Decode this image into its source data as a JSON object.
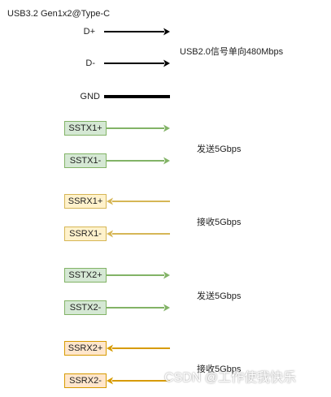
{
  "title": "USB3.2 Gen1x2@Type-C",
  "signals": [
    {
      "label": "D+",
      "direction": "out",
      "color": "#000000"
    },
    {
      "label": "D-",
      "direction": "out",
      "color": "#000000"
    },
    {
      "label": "GND",
      "direction": "none",
      "color": "#000000"
    },
    {
      "label": "SSTX1+",
      "direction": "out",
      "color": "#82b366",
      "box": "green"
    },
    {
      "label": "SSTX1-",
      "direction": "out",
      "color": "#82b366",
      "box": "green"
    },
    {
      "label": "SSRX1+",
      "direction": "in",
      "color": "#d6b656",
      "box": "yellow"
    },
    {
      "label": "SSRX1-",
      "direction": "in",
      "color": "#d6b656",
      "box": "yellow"
    },
    {
      "label": "SSTX2+",
      "direction": "out",
      "color": "#82b366",
      "box": "green"
    },
    {
      "label": "SSTX2-",
      "direction": "out",
      "color": "#82b366",
      "box": "green"
    },
    {
      "label": "SSRX2+",
      "direction": "in",
      "color": "#d79b00",
      "box": "orange"
    },
    {
      "label": "SSRX2-",
      "direction": "in",
      "color": "#d79b00",
      "box": "orange"
    }
  ],
  "notes": {
    "usb2": "USB2.0信号单向480Mbps",
    "tx1": "发送5Gbps",
    "rx1": "接收5Gbps",
    "tx2": "发送5Gbps",
    "rx2": "接收5Gbps"
  },
  "watermark": "CSDN @工作使我快乐"
}
